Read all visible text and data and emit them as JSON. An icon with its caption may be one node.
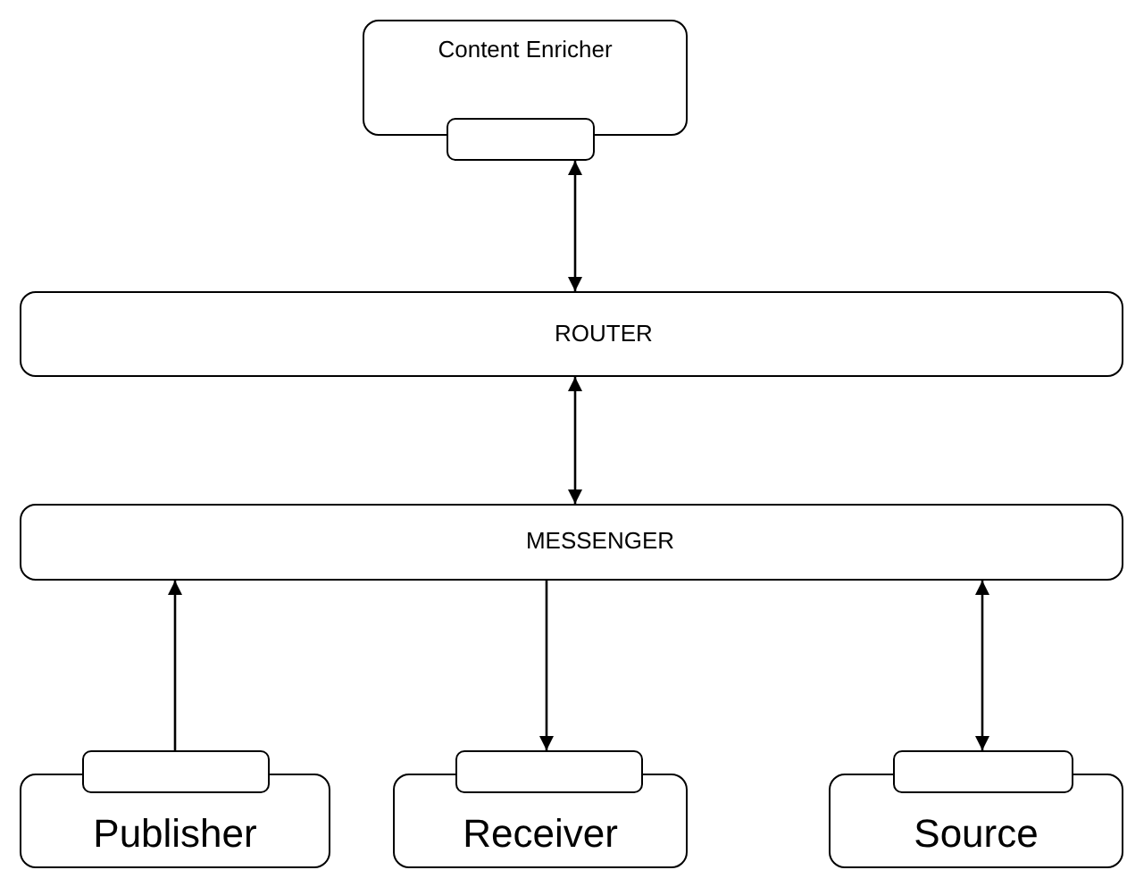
{
  "diagram": {
    "nodes": [
      {
        "text": [
          "Content Enricher"
        ]
      },
      {
        "text": [],
        "shape": "box"
      },
      {
        "text": [
          "ROUTER"
        ]
      },
      {
        "text": [
          "MESSENGER"
        ]
      },
      {
        "text": [
          "Publisher"
        ]
      },
      {
        "text": [],
        "shape": "box"
      },
      {
        "text": [
          "Receiver"
        ]
      },
      {
        "text": [],
        "shape": "box"
      },
      {
        "text": [
          "Source"
        ]
      },
      {
        "text": [],
        "shape": "box"
      }
    ],
    "edges": [
      {
        "from": 1,
        "to": 2,
        "arrow": "both"
      },
      {
        "from": 2,
        "to": 3,
        "arrow": "both"
      },
      {
        "from": 5,
        "to": 3,
        "arrow": "to"
      },
      {
        "from": 3,
        "to": 7,
        "arrow": "to"
      },
      {
        "from": 3,
        "to": 9,
        "arrow": "both"
      }
    ]
  }
}
